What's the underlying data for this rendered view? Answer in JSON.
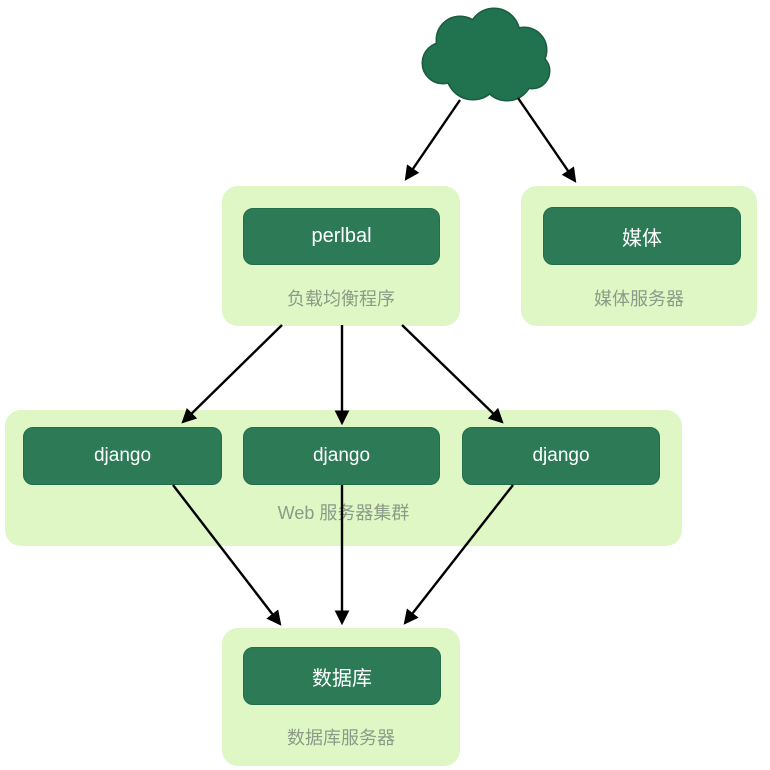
{
  "colors": {
    "background": "#ffffff",
    "group_fill": "#def7c5",
    "node_fill": "#2d7a57",
    "node_text": "#ffffff",
    "cloud_fill": "#20734e",
    "cloud_stroke": "#1a5c40",
    "caption_text": "#8c9b87",
    "edge_color": "#000000"
  },
  "nodes": {
    "cloud": {
      "icon": "cloud-icon"
    },
    "load_balancer": {
      "label": "perlbal",
      "caption": "负载均衡程序"
    },
    "media": {
      "label": "媒体",
      "caption": "媒体服务器"
    },
    "web_cluster": {
      "labels": [
        "django",
        "django",
        "django"
      ],
      "caption": "Web 服务器集群"
    },
    "database": {
      "label": "数据库",
      "caption": "数据库服务器"
    }
  },
  "edges": [
    {
      "from": "internet-cloud",
      "to": "perlbal"
    },
    {
      "from": "internet-cloud",
      "to": "media"
    },
    {
      "from": "perlbal",
      "to": "django-1"
    },
    {
      "from": "perlbal",
      "to": "django-2"
    },
    {
      "from": "perlbal",
      "to": "django-3"
    },
    {
      "from": "django-1",
      "to": "database"
    },
    {
      "from": "django-2",
      "to": "database"
    },
    {
      "from": "django-3",
      "to": "database"
    }
  ]
}
